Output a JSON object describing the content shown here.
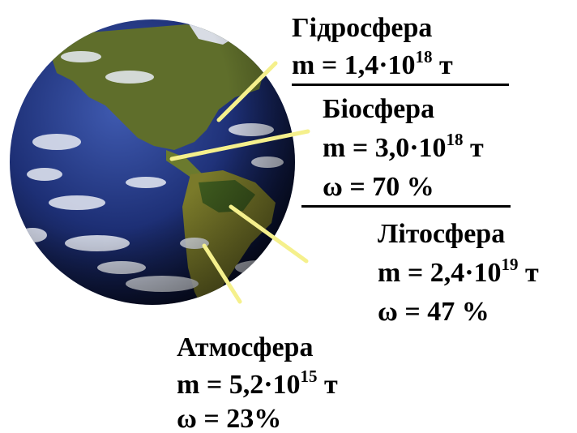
{
  "colors": {
    "pointer": "#f5f08c",
    "ocean": "#1d2f75",
    "land": "#6b7a2e",
    "cloud": "#e8ecf4"
  },
  "spheres": {
    "hydrosphere": {
      "name": "Гідросфера",
      "mass_prefix": "m = 1,4·10",
      "mass_exp": "18",
      "mass_unit": " т"
    },
    "biosphere": {
      "name": "Біосфера",
      "mass_prefix": "m = 3,0·10",
      "mass_exp": "18",
      "mass_unit": " т",
      "omega": "ω = 70 %"
    },
    "lithosphere": {
      "name": "Літосфера",
      "mass_prefix": "m = 2,4·10",
      "mass_exp": "19",
      "mass_unit": " т",
      "omega": "ω = 47 %"
    },
    "atmosphere": {
      "name": "Атмосфера",
      "mass_prefix": "m = 5,2·10",
      "mass_exp": "15",
      "mass_unit": " т",
      "omega": "ω = 23%"
    }
  }
}
